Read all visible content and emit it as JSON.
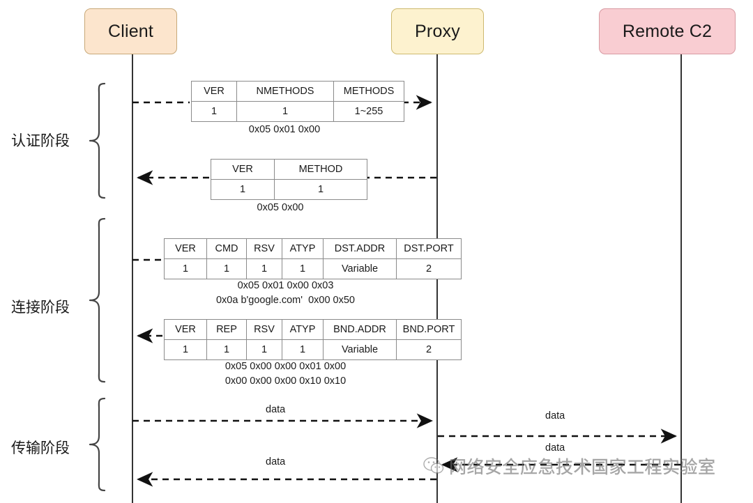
{
  "diagram": {
    "title": "SOCKS5 proxy handshake sequence",
    "colors": {
      "client_fill": "#fce5cd",
      "proxy_fill": "#fdf2cf",
      "remote_fill": "#f9cdd2",
      "lifeline": "#333333",
      "table_border": "#8a8a8a",
      "watermark": "#6f6f6f"
    }
  },
  "actors": [
    {
      "id": "client",
      "label": "Client"
    },
    {
      "id": "proxy",
      "label": "Proxy"
    },
    {
      "id": "remote",
      "label": "Remote C2"
    }
  ],
  "phases": [
    {
      "id": "auth",
      "label": "认证阶段"
    },
    {
      "id": "connect",
      "label": "连接阶段"
    },
    {
      "id": "transfer",
      "label": "传输阶段"
    }
  ],
  "tables": {
    "auth_request": {
      "headers": [
        "VER",
        "NMETHODS",
        "METHODS"
      ],
      "values": [
        "1",
        "1",
        "1~255"
      ],
      "caption": "0x05 0x01 0x00"
    },
    "auth_response": {
      "headers": [
        "VER",
        "METHOD"
      ],
      "values": [
        "1",
        "1"
      ],
      "caption": "0x05 0x00"
    },
    "connect_request": {
      "headers": [
        "VER",
        "CMD",
        "RSV",
        "ATYP",
        "DST.ADDR",
        "DST.PORT"
      ],
      "values": [
        "1",
        "1",
        "1",
        "1",
        "Variable",
        "2"
      ],
      "caption": "0x05 0x01 0x00 0x03\n0x0a b'google.com'  0x00 0x50"
    },
    "connect_response": {
      "headers": [
        "VER",
        "REP",
        "RSV",
        "ATYP",
        "BND.ADDR",
        "BND.PORT"
      ],
      "values": [
        "1",
        "1",
        "1",
        "1",
        "Variable",
        "2"
      ],
      "caption": "0x05 0x00 0x00 0x01 0x00\n0x00 0x00 0x00 0x10 0x10"
    }
  },
  "messages": [
    {
      "id": "m1",
      "label": "",
      "from": "client",
      "to": "proxy",
      "direction": "right"
    },
    {
      "id": "m2",
      "label": "",
      "from": "proxy",
      "to": "client",
      "direction": "left"
    },
    {
      "id": "m3",
      "label": "",
      "from": "client",
      "to": "proxy",
      "direction": "right"
    },
    {
      "id": "m4",
      "label": "",
      "from": "proxy",
      "to": "client",
      "direction": "left"
    },
    {
      "id": "m5",
      "label": "data",
      "from": "client",
      "to": "proxy",
      "direction": "right"
    },
    {
      "id": "m6",
      "label": "data",
      "from": "proxy",
      "to": "remote",
      "direction": "right"
    },
    {
      "id": "m7",
      "label": "data",
      "from": "remote",
      "to": "proxy",
      "direction": "left"
    },
    {
      "id": "m8",
      "label": "data",
      "from": "proxy",
      "to": "client",
      "direction": "left"
    }
  ],
  "watermark": {
    "text": "网络安全应急技术国家工程实验室",
    "icon": "wechat-icon"
  }
}
